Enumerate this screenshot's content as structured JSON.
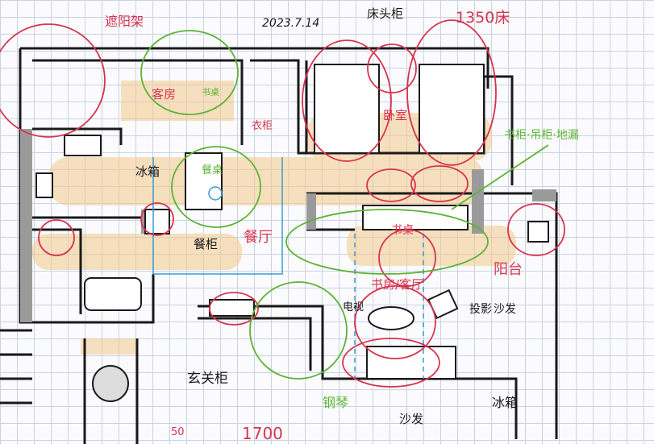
{
  "date": "2023.7.14",
  "labels": {
    "sunshade_rack": "遮阳架",
    "nightstand": "床头柜",
    "bed_size": "1350床",
    "guest_room": "客房",
    "desk_guest": "书桌",
    "wardrobe": "衣柜",
    "bedroom": "卧室",
    "dining_table": "餐桌",
    "fridge_top": "冰箱",
    "sideboard": "餐柜",
    "dining_room": "餐厅",
    "desk_study": "书桌",
    "study_living": "书房/客厅",
    "balcony": "阳台",
    "tv": "电视",
    "projector": "投影",
    "sofa_side": "沙发",
    "shelf_note": "书柜·吊柜·地漏",
    "entry_cabinet": "玄关柜",
    "piano": "钢琴",
    "sofa": "沙发",
    "fridge_bottom": "冰箱",
    "dim_1700": "1700",
    "dim_50": "50"
  },
  "colors": {
    "wall": "#1a1a1a",
    "wall_fill": "#9a9a9a",
    "red": "#d8344f",
    "green": "#5cb335",
    "blue": "#3a9bd1",
    "highlight": "#f3c98a"
  }
}
